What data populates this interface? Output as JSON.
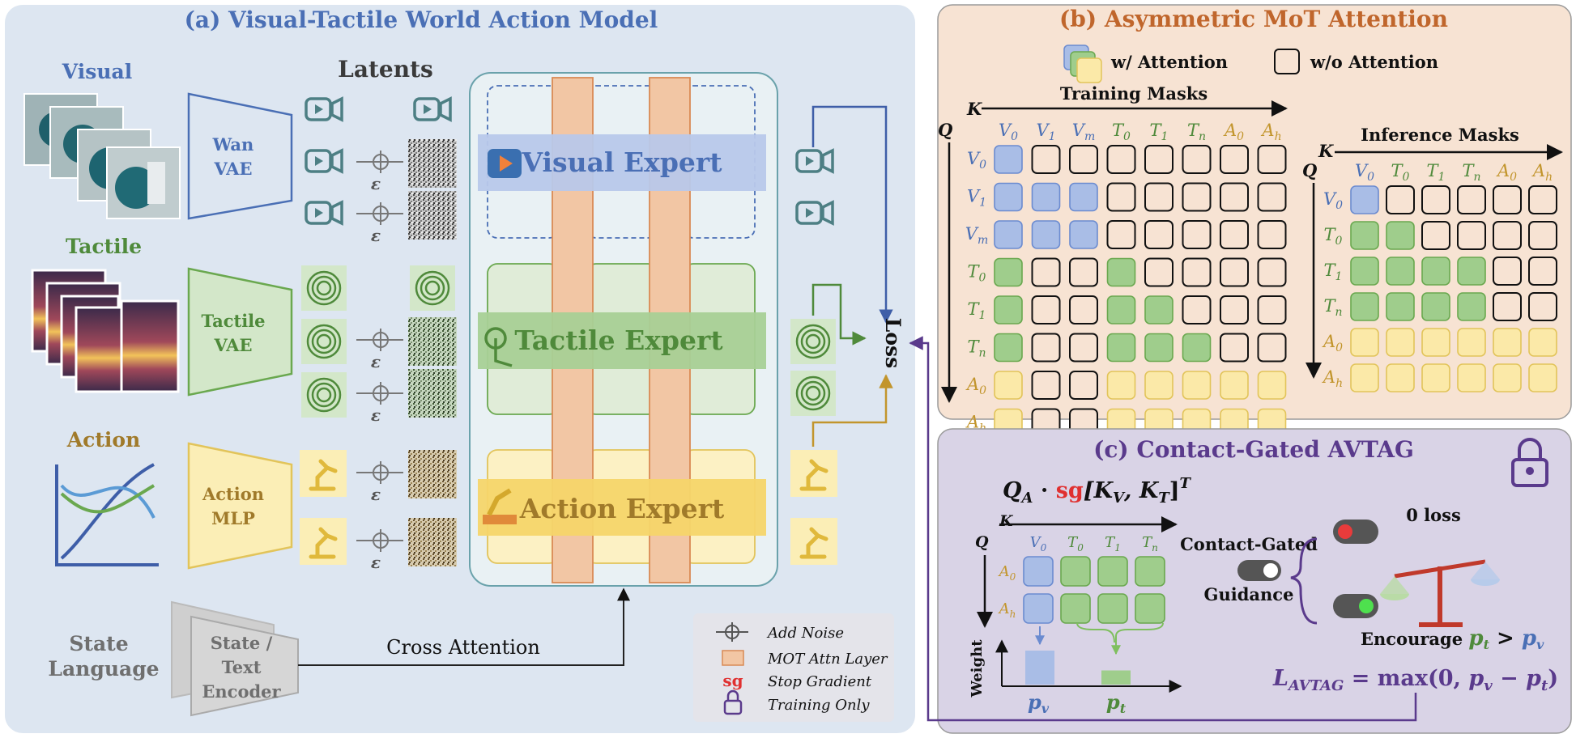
{
  "panel_a": {
    "title": "(a) Visual-Tactile World Action Model",
    "latents_label": "Latents",
    "modalities": {
      "visual": "Visual",
      "tactile": "Tactile",
      "action": "Action"
    },
    "encoders": {
      "wan_vae": [
        "Wan",
        "VAE"
      ],
      "tactile_vae": [
        "Tactile",
        "VAE"
      ],
      "action_mlp": [
        "Action",
        "MLP"
      ],
      "state_text": [
        "State /",
        "Text",
        "Encoder"
      ]
    },
    "state_language": [
      "State",
      "Language"
    ],
    "noise_symbol": "ε",
    "experts": {
      "visual": "Visual Expert",
      "tactile": "Tactile Expert",
      "action": "Action Expert"
    },
    "cross_attention": "Cross Attention",
    "loss": "Loss",
    "legend": {
      "add_noise": "Add Noise",
      "mot_layer": "MOT Attn Layer",
      "sg_symbol": "sg",
      "stop_gradient": "Stop Gradient",
      "training_only": "Training Only"
    }
  },
  "panel_b": {
    "title": "(b) Asymmetric MoT Attention",
    "legend_with": "w/ Attention",
    "legend_without": "w/o Attention",
    "training_title": "Training Masks",
    "inference_title": "Inference Masks",
    "axis_k": "K",
    "axis_q": "Q",
    "training_cols": [
      [
        "V",
        "0"
      ],
      [
        "V",
        "1"
      ],
      [
        "V",
        "m"
      ],
      [
        "T",
        "0"
      ],
      [
        "T",
        "1"
      ],
      [
        "T",
        "n"
      ],
      [
        "A",
        "0"
      ],
      [
        "A",
        "h"
      ]
    ],
    "training_rows": [
      [
        "V",
        "0"
      ],
      [
        "V",
        "1"
      ],
      [
        "V",
        "m"
      ],
      [
        "T",
        "0"
      ],
      [
        "T",
        "1"
      ],
      [
        "T",
        "n"
      ],
      [
        "A",
        "0"
      ],
      [
        "A",
        "h"
      ]
    ],
    "training_mask": [
      "bwwwwwww",
      "bbbwwwww",
      "bbbwwwww",
      "gwwgwwww",
      "gwwggwww",
      "gwwgggww",
      "ywwyyyyy",
      "ywwyyyyy"
    ],
    "inference_cols": [
      [
        "V",
        "0"
      ],
      [
        "T",
        "0"
      ],
      [
        "T",
        "1"
      ],
      [
        "T",
        "n"
      ],
      [
        "A",
        "0"
      ],
      [
        "A",
        "h"
      ]
    ],
    "inference_rows": [
      [
        "V",
        "0"
      ],
      [
        "T",
        "0"
      ],
      [
        "T",
        "1"
      ],
      [
        "T",
        "n"
      ],
      [
        "A",
        "0"
      ],
      [
        "A",
        "h"
      ]
    ],
    "inference_mask": [
      "bwwwww",
      "ggwwww",
      "ggggww",
      "ggggww",
      "yyyyyy",
      "yyyyyy"
    ]
  },
  "panel_c": {
    "title": "(c) Contact-Gated  AVTAG",
    "formula_a": "Q",
    "formula_a_sub": "A",
    "formula_dot": " · ",
    "formula_sg": "sg",
    "formula_rest": "[K",
    "formula_v": "V",
    "formula_comma": ", K",
    "formula_t": "T",
    "formula_close": "]",
    "formula_sup": "T",
    "axis_k": "K",
    "axis_q": "Q",
    "cols": [
      [
        "V",
        "0"
      ],
      [
        "T",
        "0"
      ],
      [
        "T",
        "1"
      ],
      [
        "T",
        "n"
      ]
    ],
    "rows": [
      [
        "A",
        "0"
      ],
      [
        "A",
        "h"
      ]
    ],
    "mask": [
      "bggg",
      "bggg"
    ],
    "weight_label": "Weight",
    "pv": [
      "p",
      "v"
    ],
    "pt": [
      "p",
      "t"
    ],
    "bar_values": {
      "p_v": 0.6,
      "p_t": 0.25
    },
    "gate_label": [
      "Contact-Gated",
      "Guidance"
    ],
    "zero_loss": "0 loss",
    "encourage": "Encourage",
    "gt": " > ",
    "loss_lhs": "L",
    "loss_lhs_sub": "AVTAG",
    "loss_rhs": " = max(0, ",
    "loss_minus": " − ",
    "loss_end": ")"
  },
  "colors": {
    "blue": "#4a6fb5",
    "green": "#4f8a3b",
    "gold": "#a07a2a",
    "purple": "#5a3a8c",
    "orange_title": "#c0662c",
    "panel_a_bg": "#dde6f1",
    "panel_b_bg": "#f7e3d3",
    "panel_c_bg": "#d9d3e6",
    "cell_blue": "#a9bde6",
    "cell_green": "#9fcd8c",
    "cell_yellow": "#fbe9a8",
    "cell_white": "#f7e3d3"
  }
}
